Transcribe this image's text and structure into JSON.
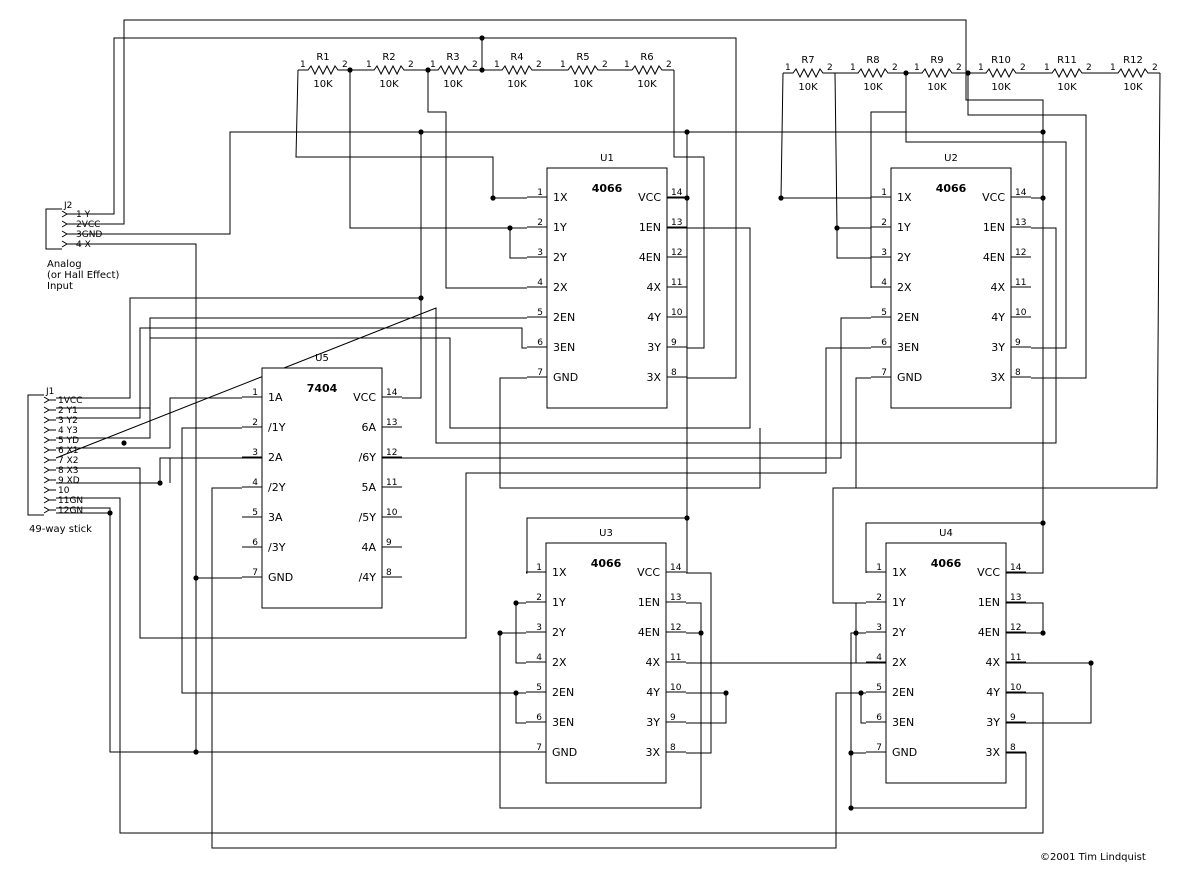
{
  "chips": [
    {
      "ref": "U1",
      "type": "4066",
      "left": [
        {
          "pin": "1",
          "label": "1X"
        },
        {
          "pin": "2",
          "label": "1Y"
        },
        {
          "pin": "3",
          "label": "2Y"
        },
        {
          "pin": "4",
          "label": "2X"
        },
        {
          "pin": "5",
          "label": "2EN"
        },
        {
          "pin": "6",
          "label": "3EN"
        },
        {
          "pin": "7",
          "label": "GND"
        }
      ],
      "right": [
        {
          "pin": "14",
          "label": "VCC"
        },
        {
          "pin": "13",
          "label": "1EN"
        },
        {
          "pin": "12",
          "label": "4EN"
        },
        {
          "pin": "11",
          "label": "4X"
        },
        {
          "pin": "10",
          "label": "4Y"
        },
        {
          "pin": "9",
          "label": "3Y"
        },
        {
          "pin": "8",
          "label": "3X"
        }
      ]
    },
    {
      "ref": "U2",
      "type": "4066",
      "left": [
        {
          "pin": "1",
          "label": "1X"
        },
        {
          "pin": "2",
          "label": "1Y"
        },
        {
          "pin": "3",
          "label": "2Y"
        },
        {
          "pin": "4",
          "label": "2X"
        },
        {
          "pin": "5",
          "label": "2EN"
        },
        {
          "pin": "6",
          "label": "3EN"
        },
        {
          "pin": "7",
          "label": "GND"
        }
      ],
      "right": [
        {
          "pin": "14",
          "label": "VCC"
        },
        {
          "pin": "13",
          "label": "1EN"
        },
        {
          "pin": "12",
          "label": "4EN"
        },
        {
          "pin": "11",
          "label": "4X"
        },
        {
          "pin": "10",
          "label": "4Y"
        },
        {
          "pin": "9",
          "label": "3Y"
        },
        {
          "pin": "8",
          "label": "3X"
        }
      ]
    },
    {
      "ref": "U3",
      "type": "4066",
      "left": [
        {
          "pin": "1",
          "label": "1X"
        },
        {
          "pin": "2",
          "label": "1Y"
        },
        {
          "pin": "3",
          "label": "2Y"
        },
        {
          "pin": "4",
          "label": "2X"
        },
        {
          "pin": "5",
          "label": "2EN"
        },
        {
          "pin": "6",
          "label": "3EN"
        },
        {
          "pin": "7",
          "label": "GND"
        }
      ],
      "right": [
        {
          "pin": "14",
          "label": "VCC"
        },
        {
          "pin": "13",
          "label": "1EN"
        },
        {
          "pin": "12",
          "label": "4EN"
        },
        {
          "pin": "11",
          "label": "4X"
        },
        {
          "pin": "10",
          "label": "4Y"
        },
        {
          "pin": "9",
          "label": "3Y"
        },
        {
          "pin": "8",
          "label": "3X"
        }
      ]
    },
    {
      "ref": "U4",
      "type": "4066",
      "left": [
        {
          "pin": "1",
          "label": "1X"
        },
        {
          "pin": "2",
          "label": "1Y"
        },
        {
          "pin": "3",
          "label": "2Y"
        },
        {
          "pin": "4",
          "label": "2X"
        },
        {
          "pin": "5",
          "label": "2EN"
        },
        {
          "pin": "6",
          "label": "3EN"
        },
        {
          "pin": "7",
          "label": "GND"
        }
      ],
      "right": [
        {
          "pin": "14",
          "label": "VCC"
        },
        {
          "pin": "13",
          "label": "1EN"
        },
        {
          "pin": "12",
          "label": "4EN"
        },
        {
          "pin": "11",
          "label": "4X"
        },
        {
          "pin": "10",
          "label": "4Y"
        },
        {
          "pin": "9",
          "label": "3Y"
        },
        {
          "pin": "8",
          "label": "3X"
        }
      ]
    },
    {
      "ref": "U5",
      "type": "7404",
      "left": [
        {
          "pin": "1",
          "label": "1A"
        },
        {
          "pin": "2",
          "label": "/1Y"
        },
        {
          "pin": "3",
          "label": "2A"
        },
        {
          "pin": "4",
          "label": "/2Y"
        },
        {
          "pin": "5",
          "label": "3A"
        },
        {
          "pin": "6",
          "label": "/3Y"
        },
        {
          "pin": "7",
          "label": "GND"
        }
      ],
      "right": [
        {
          "pin": "14",
          "label": "VCC"
        },
        {
          "pin": "13",
          "label": "6A"
        },
        {
          "pin": "12",
          "label": "/6Y"
        },
        {
          "pin": "11",
          "label": "5A"
        },
        {
          "pin": "10",
          "label": "/5Y"
        },
        {
          "pin": "9",
          "label": "4A"
        },
        {
          "pin": "8",
          "label": "/4Y"
        }
      ]
    }
  ],
  "resistors": [
    {
      "ref": "R1",
      "value": "10K",
      "pin1": "1",
      "pin2": "2"
    },
    {
      "ref": "R2",
      "value": "10K",
      "pin1": "1",
      "pin2": "2"
    },
    {
      "ref": "R3",
      "value": "10K",
      "pin1": "1",
      "pin2": "2"
    },
    {
      "ref": "R4",
      "value": "10K",
      "pin1": "1",
      "pin2": "2"
    },
    {
      "ref": "R5",
      "value": "10K",
      "pin1": "1",
      "pin2": "2"
    },
    {
      "ref": "R6",
      "value": "10K",
      "pin1": "1",
      "pin2": "2"
    },
    {
      "ref": "R7",
      "value": "10K",
      "pin1": "1",
      "pin2": "2"
    },
    {
      "ref": "R8",
      "value": "10K",
      "pin1": "1",
      "pin2": "2"
    },
    {
      "ref": "R9",
      "value": "10K",
      "pin1": "1",
      "pin2": "2"
    },
    {
      "ref": "R10",
      "value": "10K",
      "pin1": "1",
      "pin2": "2"
    },
    {
      "ref": "R11",
      "value": "10K",
      "pin1": "1",
      "pin2": "2"
    },
    {
      "ref": "R12",
      "value": "10K",
      "pin1": "1",
      "pin2": "2"
    }
  ],
  "connectors": [
    {
      "ref": "J2",
      "pins": [
        "1 Y",
        "2VCC",
        "3GND",
        "4 X"
      ],
      "caption": [
        "Analog",
        "(or Hall Effect)",
        "Input"
      ]
    },
    {
      "ref": "J1",
      "pins": [
        "1VCC",
        "2 Y1",
        "3 Y2",
        "4 Y3",
        "5 YD",
        "6 X1",
        "7 X2",
        "8 X3",
        "9 XD",
        "10",
        "11GN",
        "12GN"
      ],
      "caption": [
        "49-way stick"
      ]
    }
  ],
  "copyright": "©2001 Tim Lindquist"
}
